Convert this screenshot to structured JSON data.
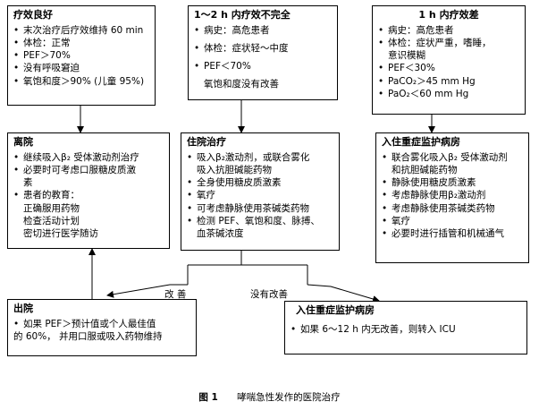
{
  "boxes": {
    "good": {
      "title": "疗效良好",
      "items": [
        "末次治疗后疗效维持 60 min",
        "体检：正常",
        "PEF＞70%",
        "没有呼吸窘迫",
        "氧饱和度＞90% (儿童 95%)"
      ]
    },
    "incomplete": {
      "title": "1～2 h 内疗效不完全",
      "items": [
        "病史：高危患者",
        "体检：症状轻～中度",
        "PEF＜70%",
        "氧饱和度没有改善"
      ]
    },
    "poor": {
      "title": "1 h 内疗效差",
      "items": [
        "病史：高危患者",
        "体检：症状严重，嗜睡，",
        "意识模糊",
        "PEF＜30%",
        "PaCO₂＞45 mm Hg",
        "PaO₂＜60 mm Hg"
      ]
    },
    "discharge_home": {
      "title": "离院",
      "items": [
        "继续吸入β₂ 受体激动剂治疗",
        "必要时可考虑口服糖皮质激",
        "素",
        "患者的教育：",
        "正确服用药物",
        "检查活动计划",
        "密切进行医学随访"
      ]
    },
    "hospital": {
      "title": "住院治疗",
      "items": [
        "吸入β₂激动剂，或联合雾化",
        "吸入抗胆碱能药物",
        "全身使用糖皮质激素",
        "氧疗",
        "可考虑静脉使用茶碱类药物",
        "检测 PEF、氧饱和度、脉搏、",
        "血茶碱浓度"
      ]
    },
    "icu_top": {
      "title": "入住重症监护病房",
      "items": [
        "联合雾化吸入β₂ 受体激动剂",
        "和抗胆碱能药物",
        "静脉使用糖皮质激素",
        "考虑静脉使用β₂激动剂",
        "考虑静脉使用茶碱类药物",
        "氧疗",
        "必要时进行插管和机械通气"
      ]
    },
    "discharge": {
      "title": "出院",
      "items": [
        "如果 PEF＞预计值或个人最佳值",
        "的 60%， 并用口服或吸入药物维持"
      ]
    },
    "icu_bottom": {
      "title": "入住重症监护病房",
      "items": [
        "如果 6～12 h 内无改善，则转入 ICU"
      ]
    }
  },
  "labels": {
    "improved": "改 善",
    "not_improved": "没有改善"
  },
  "caption": {
    "figure": "图 1",
    "text": "哮喘急性发作的医院治疗"
  }
}
